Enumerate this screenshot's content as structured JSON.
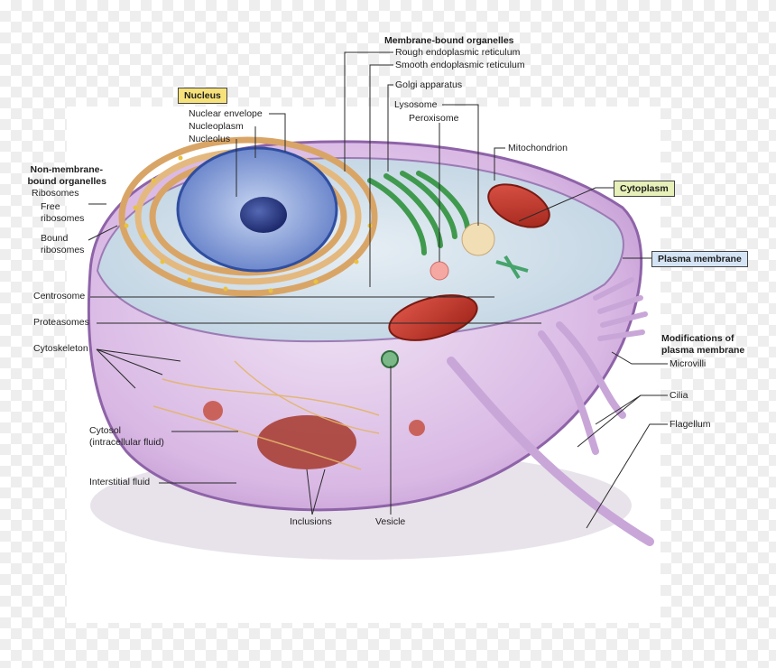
{
  "boxes": {
    "nucleus": {
      "text": "Nucleus",
      "color": "#f7e27a"
    },
    "cytoplasm": {
      "text": "Cytoplasm",
      "color": "#e7f0b8"
    },
    "plasma_membrane": {
      "text": "Plasma membrane",
      "color": "#d4e4f4"
    }
  },
  "headings": {
    "membrane_bound": "Membrane-bound organelles",
    "non_membrane_bound_1": "Non-membrane-",
    "non_membrane_bound_2": "bound organelles",
    "modifications_1": "Modifications of",
    "modifications_2": "plasma membrane"
  },
  "labels": {
    "nuclear_envelope": "Nuclear envelope",
    "nucleoplasm": "Nucleoplasm",
    "nucleolus": "Nucleolus",
    "rough_er": "Rough endoplasmic reticulum",
    "smooth_er": "Smooth endoplasmic reticulum",
    "golgi": "Golgi apparatus",
    "lysosome": "Lysosome",
    "peroxisome": "Peroxisome",
    "mitochondrion": "Mitochondrion",
    "ribosomes": "Ribosomes",
    "free_ribosomes_1": "Free",
    "free_ribosomes_2": "ribosomes",
    "bound_ribosomes_1": "Bound",
    "bound_ribosomes_2": "ribosomes",
    "centrosome": "Centrosome",
    "proteasomes": "Proteasomes",
    "cytoskeleton": "Cytoskeleton",
    "cytosol_1": "Cytosol",
    "cytosol_2": "(intracellular fluid)",
    "interstitial_fluid": "Interstitial fluid",
    "inclusions": "Inclusions",
    "vesicle": "Vesicle",
    "microvilli": "Microvilli",
    "cilia": "Cilia",
    "flagellum": "Flagellum"
  },
  "colors": {
    "cell_body": "#d9b8e4",
    "cell_edge": "#8e63a8",
    "nucleus": "#7d9ad6",
    "rough_er": "#d9a566",
    "golgi": "#3f9a4e",
    "mitochondrion": "#c9342a",
    "leader": "#2a2a2a"
  }
}
